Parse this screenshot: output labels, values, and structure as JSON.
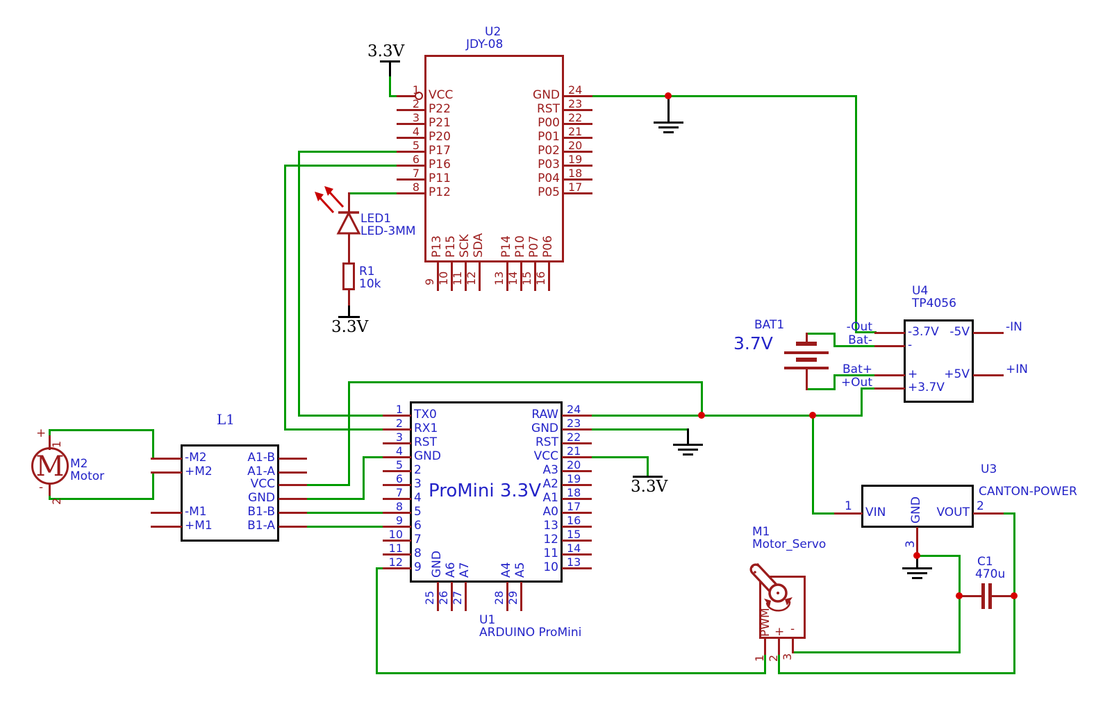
{
  "schematic": {
    "colors": {
      "wire": "#009b00",
      "symbol": "#9b1b1b",
      "label": "#2323c8",
      "junction": "#d60000"
    },
    "power_nets": {
      "v33": "3.3V"
    },
    "components": {
      "u2": {
        "ref": "U2",
        "part": "JDY-08",
        "left_pins": [
          {
            "num": "1",
            "name": "VCC"
          },
          {
            "num": "2",
            "name": "P22"
          },
          {
            "num": "3",
            "name": "P21"
          },
          {
            "num": "4",
            "name": "P20"
          },
          {
            "num": "5",
            "name": "P17"
          },
          {
            "num": "6",
            "name": "P16"
          },
          {
            "num": "7",
            "name": "P11"
          },
          {
            "num": "8",
            "name": "P12"
          }
        ],
        "right_pins": [
          {
            "num": "24",
            "name": "GND"
          },
          {
            "num": "23",
            "name": "RST"
          },
          {
            "num": "22",
            "name": "P00"
          },
          {
            "num": "21",
            "name": "P01"
          },
          {
            "num": "20",
            "name": "P02"
          },
          {
            "num": "19",
            "name": "P03"
          },
          {
            "num": "18",
            "name": "P04"
          },
          {
            "num": "17",
            "name": "P05"
          }
        ],
        "bottom_pins": [
          {
            "num": "9",
            "name": "P13"
          },
          {
            "num": "10",
            "name": "P15"
          },
          {
            "num": "11",
            "name": "SCK"
          },
          {
            "num": "12",
            "name": "SDA"
          },
          {
            "num": "13",
            "name": "P14"
          },
          {
            "num": "14",
            "name": "P10"
          },
          {
            "num": "15",
            "name": "P07"
          },
          {
            "num": "16",
            "name": "P06"
          }
        ]
      },
      "u1": {
        "ref": "U1",
        "part": "ARDUINO ProMini",
        "center_label": "ProMini 3.3V",
        "left_pins": [
          {
            "num": "1",
            "name": "TX0"
          },
          {
            "num": "2",
            "name": "RX1"
          },
          {
            "num": "3",
            "name": "RST"
          },
          {
            "num": "4",
            "name": "GND"
          },
          {
            "num": "5",
            "name": "2"
          },
          {
            "num": "6",
            "name": "3"
          },
          {
            "num": "7",
            "name": "4"
          },
          {
            "num": "8",
            "name": "5"
          },
          {
            "num": "9",
            "name": "6"
          },
          {
            "num": "10",
            "name": "7"
          },
          {
            "num": "11",
            "name": "8"
          },
          {
            "num": "12",
            "name": "9"
          }
        ],
        "right_pins": [
          {
            "num": "24",
            "name": "RAW"
          },
          {
            "num": "23",
            "name": "GND"
          },
          {
            "num": "22",
            "name": "RST"
          },
          {
            "num": "21",
            "name": "VCC"
          },
          {
            "num": "20",
            "name": "A3"
          },
          {
            "num": "19",
            "name": "A2"
          },
          {
            "num": "18",
            "name": "A1"
          },
          {
            "num": "17",
            "name": "A0"
          },
          {
            "num": "16",
            "name": "13"
          },
          {
            "num": "15",
            "name": "12"
          },
          {
            "num": "14",
            "name": "11"
          },
          {
            "num": "13",
            "name": "10"
          }
        ],
        "bottom_pins": [
          {
            "num": "25",
            "name": "GND"
          },
          {
            "num": "26",
            "name": "A6"
          },
          {
            "num": "27",
            "name": "A7"
          },
          {
            "num": "28",
            "name": "A4"
          },
          {
            "num": "29",
            "name": "A5"
          }
        ]
      },
      "l1": {
        "ref": "L1",
        "left_pins": [
          "-M2",
          "+M2",
          "-M1",
          "+M1"
        ],
        "right_pins": [
          "A1-B",
          "A1-A",
          "VCC",
          "GND",
          "B1-B",
          "B1-A"
        ]
      },
      "u4": {
        "ref": "U4",
        "part": "TP4056",
        "left_pins": [
          {
            "outside": "-Out",
            "inside": "-3.7V"
          },
          {
            "outside": "Bat-",
            "inside": "-"
          },
          {
            "outside": "Bat+",
            "inside": "+"
          },
          {
            "outside": "+Out",
            "inside": "+3.7V"
          }
        ],
        "right_pins": [
          {
            "outside": "-IN",
            "inside": "-5V"
          },
          {
            "outside": "+IN",
            "inside": "+5V"
          }
        ]
      },
      "u3": {
        "ref": "U3",
        "part": "CANTON-POWER",
        "pins": [
          {
            "num": "1",
            "name": "VIN"
          },
          {
            "num": "2",
            "name": "VOUT"
          },
          {
            "num": "3",
            "name": "GND"
          }
        ]
      },
      "m1": {
        "ref": "M1",
        "part": "Motor_Servo",
        "pins": [
          {
            "num": "1",
            "name": "PWM"
          },
          {
            "num": "2",
            "name": "+"
          },
          {
            "num": "3",
            "name": "-"
          }
        ]
      },
      "m2": {
        "ref": "M2",
        "part": "Motor",
        "symbol_letter": "M",
        "pins": [
          {
            "num": "1",
            "name": "+"
          },
          {
            "num": "2",
            "name": "-"
          }
        ]
      },
      "bat1": {
        "ref": "BAT1",
        "value": "3.7V"
      },
      "led1": {
        "ref": "LED1",
        "value": "LED-3MM"
      },
      "r1": {
        "ref": "R1",
        "value": "10k"
      },
      "c1": {
        "ref": "C1",
        "value": "470u"
      }
    }
  }
}
